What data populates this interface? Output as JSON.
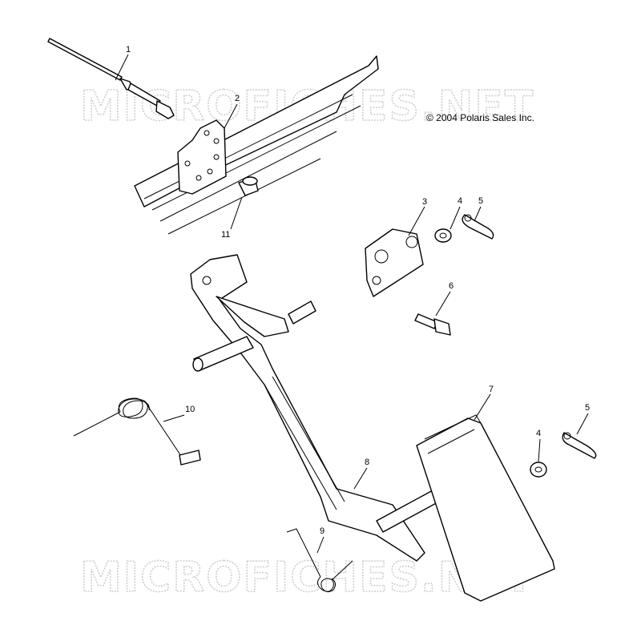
{
  "copyright": "© 2004 Polaris Sales Inc.",
  "watermark": "MICROFICHES.NET",
  "callouts": [
    {
      "id": "c1",
      "label": "1"
    },
    {
      "id": "c2",
      "label": "2"
    },
    {
      "id": "c3",
      "label": "3"
    },
    {
      "id": "c4a",
      "label": "4"
    },
    {
      "id": "c5a",
      "label": "5"
    },
    {
      "id": "c6",
      "label": "6"
    },
    {
      "id": "c7",
      "label": "7"
    },
    {
      "id": "c4b",
      "label": "4"
    },
    {
      "id": "c5b",
      "label": "5"
    },
    {
      "id": "c8",
      "label": "8"
    },
    {
      "id": "c9",
      "label": "9"
    },
    {
      "id": "c10",
      "label": "10"
    },
    {
      "id": "c11",
      "label": "11"
    }
  ]
}
